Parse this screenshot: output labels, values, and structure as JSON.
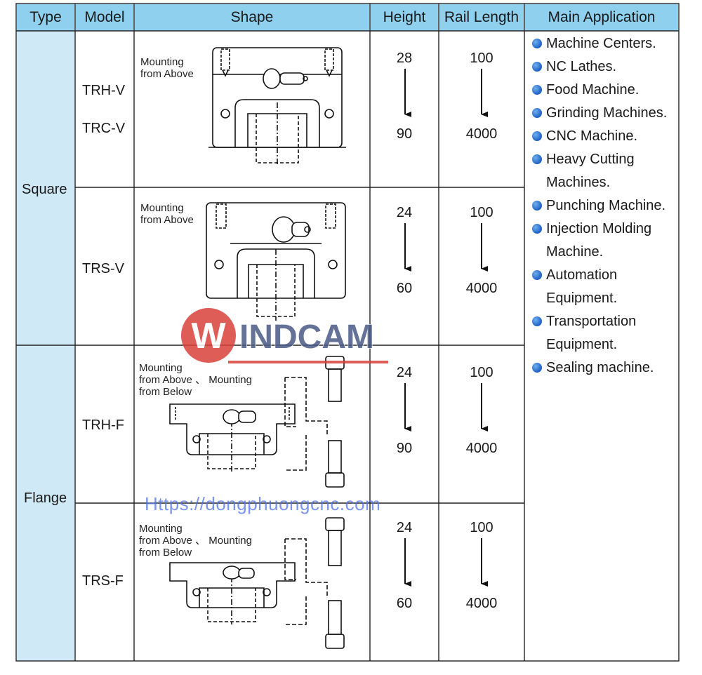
{
  "headers": [
    "Type",
    "Model",
    "Shape",
    "Height",
    "Rail Length",
    "Main Application"
  ],
  "types": {
    "square": "Square",
    "flange": "Flange"
  },
  "rows": [
    {
      "models": [
        "TRH-V",
        "TRC-V"
      ],
      "caption": [
        "Mounting",
        "from Above"
      ],
      "height": {
        "from": "28",
        "to": "90"
      },
      "rail_length": {
        "from": "100",
        "to": "4000"
      }
    },
    {
      "models": [
        "TRS-V"
      ],
      "caption": [
        "Mounting",
        "from Above"
      ],
      "height": {
        "from": "24",
        "to": "60"
      },
      "rail_length": {
        "from": "100",
        "to": "4000"
      }
    },
    {
      "models": [
        "TRH-F"
      ],
      "caption": [
        "Mounting",
        "from Above 、 Mounting",
        "from Below"
      ],
      "height": {
        "from": "24",
        "to": "90"
      },
      "rail_length": {
        "from": "100",
        "to": "4000"
      }
    },
    {
      "models": [
        "TRS-F"
      ],
      "caption": [
        "Mounting",
        "from Above 、 Mounting",
        "from Below"
      ],
      "height": {
        "from": "24",
        "to": "60"
      },
      "rail_length": {
        "from": "100",
        "to": "4000"
      }
    }
  ],
  "applications": [
    "Machine Centers.",
    "NC Lathes.",
    "Food Machine.",
    "Grinding Machines.",
    "CNC Machine.",
    "Heavy Cutting Machines.",
    "Punching Machine.",
    "Injection Molding Machine.",
    "Automation Equipment.",
    "Transportation Equipment.",
    "Sealing machine."
  ],
  "applications_display": [
    [
      "Machine Centers."
    ],
    [
      "NC Lathes."
    ],
    [
      "Food Machine."
    ],
    [
      "Grinding Machines."
    ],
    [
      "CNC Machine."
    ],
    [
      "Heavy Cutting",
      "Machines."
    ],
    [
      "Punching Machine."
    ],
    [
      "Injection Molding",
      "Machine."
    ],
    [
      "Automation",
      "Equipment."
    ],
    [
      "Transportation",
      "Equipment."
    ],
    [
      "Sealing machine."
    ]
  ],
  "watermarks": {
    "logo": "WINDCAM",
    "url": "Https://dongphuongcnc.com"
  },
  "colors": {
    "header_bg": "#8fd0ee",
    "type_col_bg": "#cfe9f6",
    "bullet": "#1d5fc4",
    "logo_red": "#d9423a",
    "watermark_blue": "#4f72e8"
  }
}
